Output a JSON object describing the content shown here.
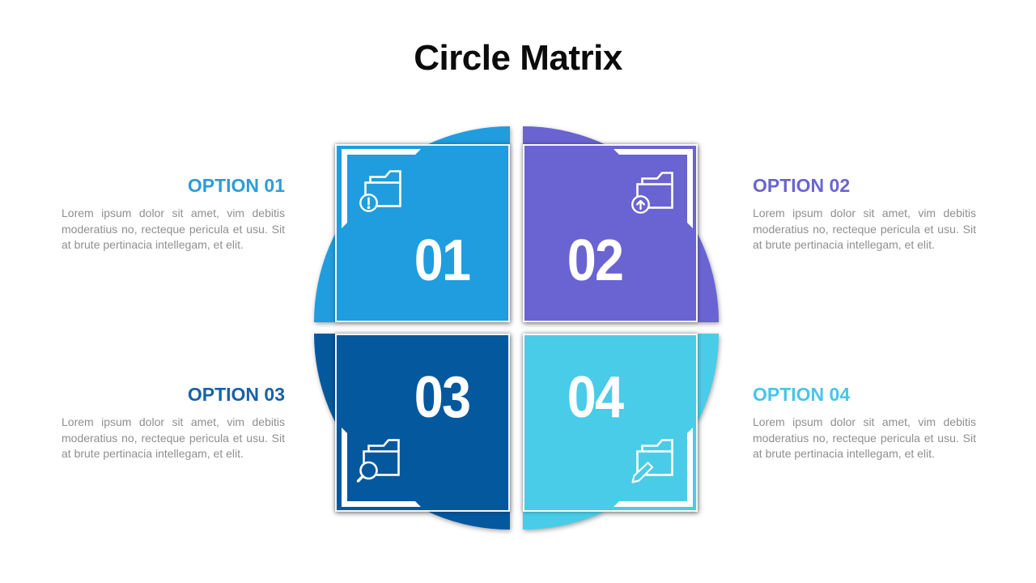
{
  "title": "Circle Matrix",
  "background": "#FFFFFF",
  "title_color": "#0B0B0B",
  "body_text_color": "#8F8F8F",
  "options": [
    {
      "number": "01",
      "label": "OPTION 01",
      "fill": "#1F9DDE",
      "label_color": "#2E9CD9",
      "icon": "folder-warning-icon",
      "body": "Lorem ipsum dolor sit amet, vim debitis moderatius no, recteque pericula et usu. Sit at brute pertinacia intellegam, et elit."
    },
    {
      "number": "02",
      "label": "OPTION 02",
      "fill": "#6A63D2",
      "label_color": "#6A64D3",
      "icon": "folder-upload-icon",
      "body": "Lorem ipsum dolor sit amet, vim debitis moderatius no, recteque pericula et usu. Sit at brute pertinacia intellegam, et elit."
    },
    {
      "number": "03",
      "label": "OPTION 03",
      "fill": "#04589E",
      "label_color": "#1961A8",
      "icon": "folder-search-icon",
      "body": "Lorem ipsum dolor sit amet, vim debitis moderatius no, recteque pericula et usu. Sit at brute pertinacia intellegam, et elit."
    },
    {
      "number": "04",
      "label": "OPTION 04",
      "fill": "#49CCE7",
      "label_color": "#48C5E9",
      "icon": "folder-edit-icon",
      "body": "Lorem ipsum dolor sit amet, vim debitis moderatius no, recteque pericula et usu. Sit at brute pertinacia intellegam, et elit."
    }
  ]
}
